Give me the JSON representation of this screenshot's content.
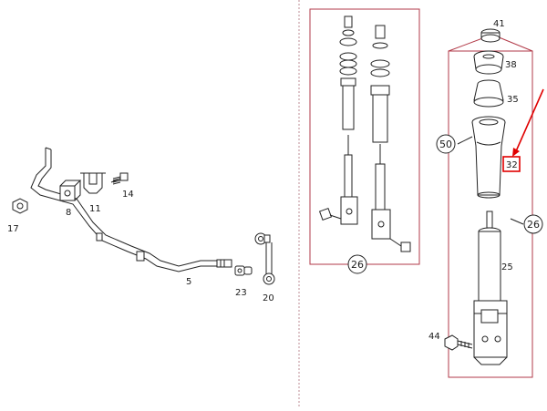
{
  "colors": {
    "frame_line": "#b23a48",
    "divider": "#c9a0a6",
    "highlight": "#e00000",
    "ink": "#222222"
  },
  "stabilizer": {
    "labels": {
      "p17": "17",
      "p8": "8",
      "p11": "11",
      "p14": "14",
      "p5": "5",
      "p23": "23",
      "p20": "20"
    }
  },
  "strut_group": {
    "circle_label": "26"
  },
  "strut_exploded": {
    "labels": {
      "p41": "41",
      "p38": "38",
      "p35": "35",
      "p50": "50",
      "p32": "32",
      "p26": "26",
      "p25": "25",
      "p44": "44"
    },
    "highlighted_part": "32"
  }
}
